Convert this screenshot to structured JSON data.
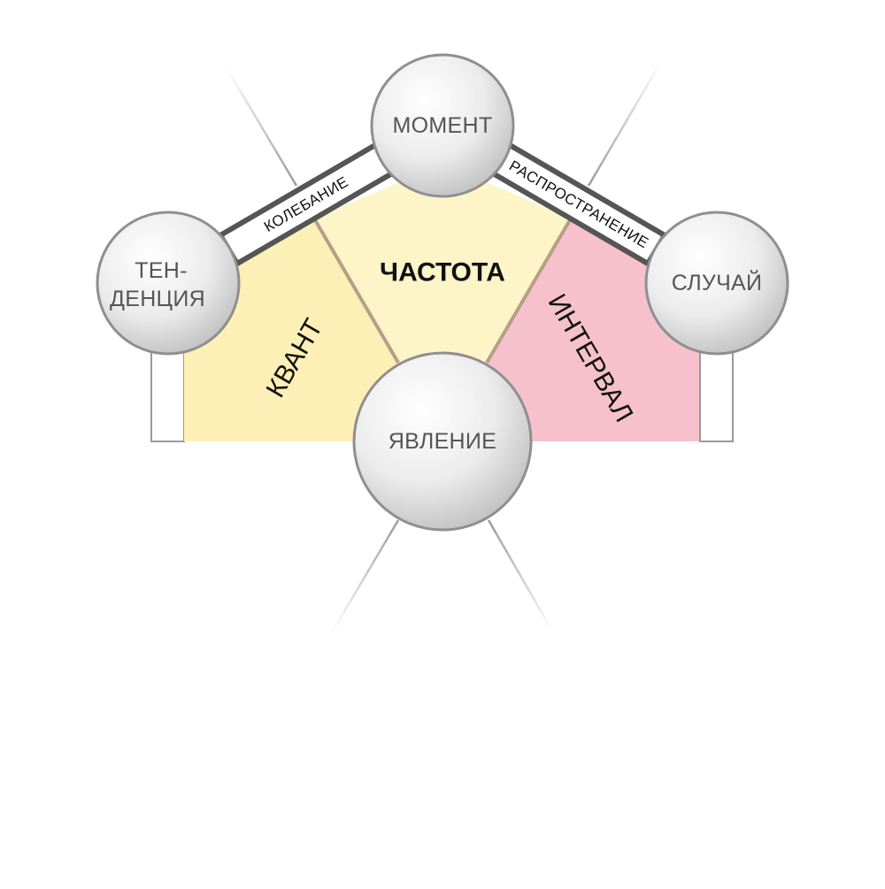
{
  "nodes": {
    "moment": "МОМЕНТ",
    "tendency_line1": "ТЕН-",
    "tendency_line2": "ДЕНЦИЯ",
    "chance": "СЛУЧАЙ",
    "phenomenon": "ЯВЛЕНИЕ"
  },
  "regions": {
    "frequency": "ЧАСТОТА",
    "quantum": "КВАНТ",
    "interval": "ИНТЕРВАЛ"
  },
  "bands": {
    "oscillation": "КОЛЕБАНИЕ",
    "propagation": "РАСПРОСТРАНЕНИЕ"
  },
  "colors": {
    "frequency_fill": "#fdf5c8",
    "quantum_fill": "#fdf0b6",
    "interval_fill": "#f6c1cc",
    "node_edge": "#8f8f8f",
    "band_border": "#555555"
  }
}
